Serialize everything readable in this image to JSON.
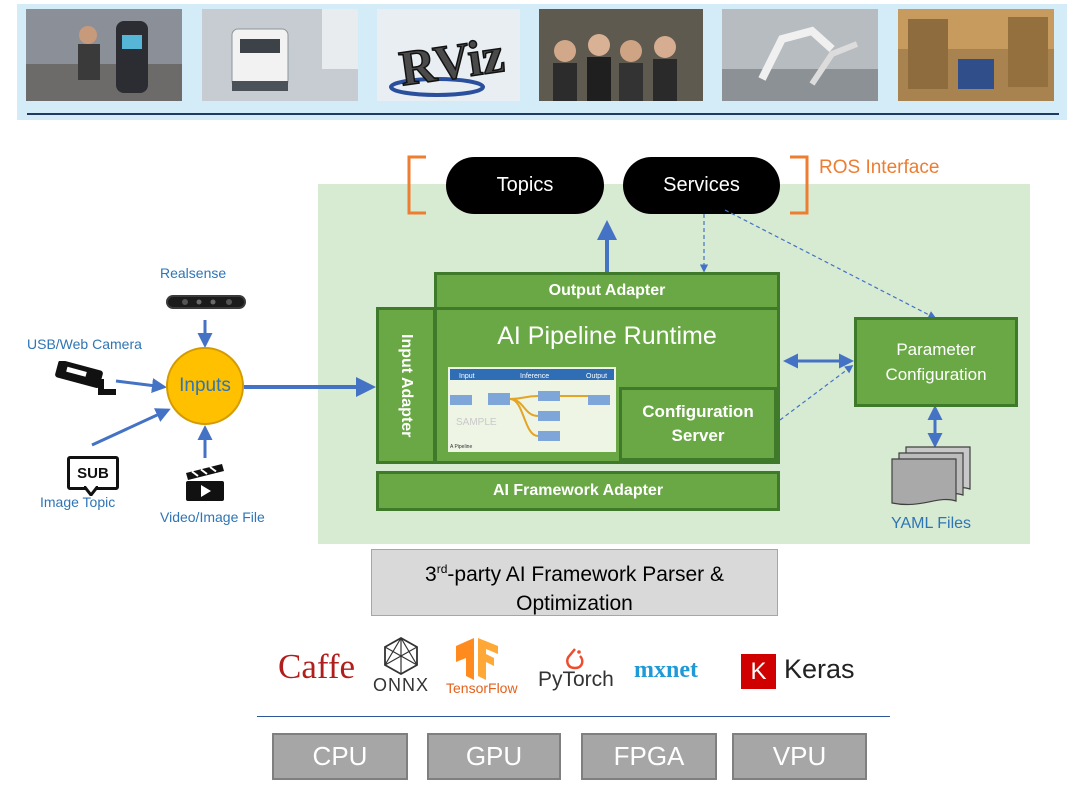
{
  "ros": {
    "topics": "Topics",
    "services": "Services",
    "label": "ROS Interface"
  },
  "runtime": {
    "output_adapter": "Output Adapter",
    "title": "AI Pipeline Runtime",
    "input_adapter": "Input Adapter",
    "config_server": "Configuration Server",
    "framework_adapter": "AI Framework Adapter",
    "sample": {
      "input": "Input",
      "inference": "Inference",
      "output": "Output",
      "watermark": "SAMPLE",
      "caption": "A Pipeline"
    }
  },
  "parameter": {
    "title": "Parameter Configuration",
    "files": "YAML Files"
  },
  "inputs": {
    "hub": "Inputs",
    "realsense": "Realsense",
    "usb_camera": "USB/Web Camera",
    "image_topic": "Image Topic",
    "sub_badge": "SUB",
    "video_file": "Video/Image File"
  },
  "parser": {
    "line1_pre": "3",
    "line1_sup": "rd",
    "line1_post": "-party AI Framework Parser &",
    "line2": "Optimization"
  },
  "frameworks": {
    "caffe": "Caffe",
    "onnx": "ONNX",
    "tensorflow": "TensorFlow",
    "pytorch": "PyTorch",
    "mxnet": "mxnet",
    "keras": "Keras",
    "keras_badge": "K"
  },
  "hardware": [
    "CPU",
    "GPU",
    "FPGA",
    "VPU"
  ],
  "photos": [
    "photo-1",
    "photo-2",
    "photo-rviz",
    "photo-4",
    "photo-5",
    "photo-6"
  ],
  "rviz_text": "RViz",
  "colors": {
    "green_fill": "#6aa845",
    "green_border": "#3f7a2a",
    "panel": "#d7ead2",
    "arrow_blue": "#4472c4",
    "ros_orange": "#ed7d31",
    "inputs_yellow": "#ffc000"
  }
}
